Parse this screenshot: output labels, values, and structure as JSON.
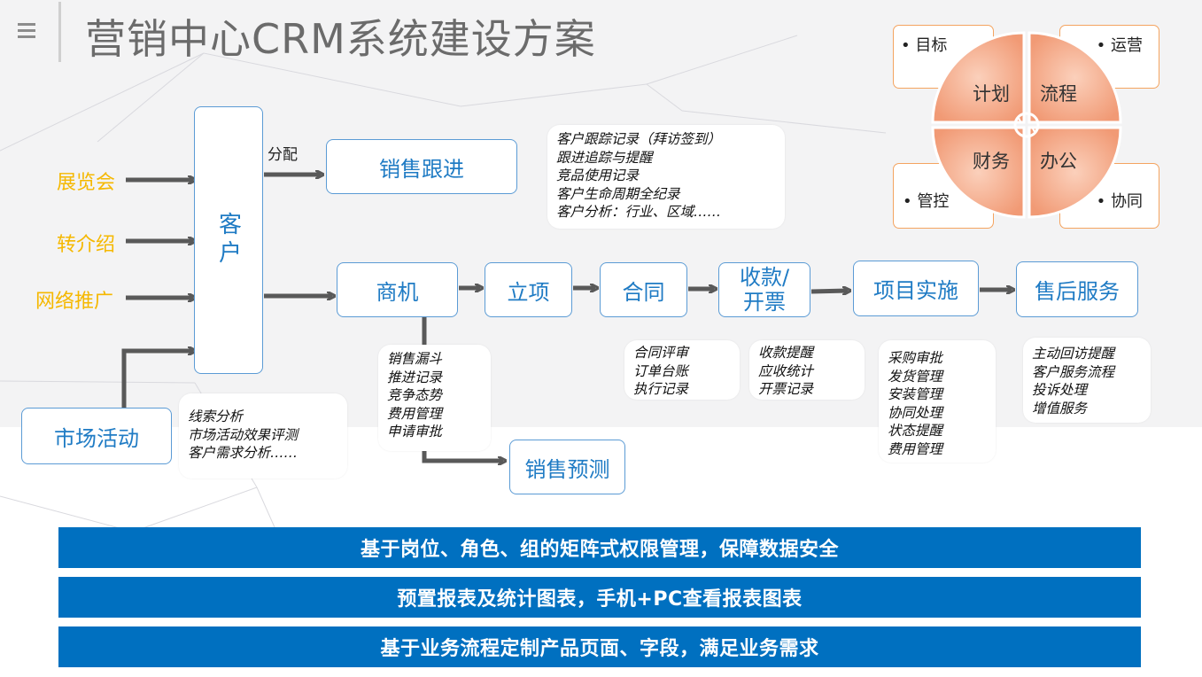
{
  "title": "营销中心CRM系统建设方案",
  "sources": [
    "展览会",
    "转介绍",
    "网络推广"
  ],
  "market": "市场活动",
  "customer": "客户",
  "assign_label": "分配",
  "sales_follow": "销售跟进",
  "follow_notes": [
    "客户跟踪记录（拜访签到）",
    "跟进追踪与提醒",
    "竞品使用记录",
    "客户生命周期全纪录",
    "客户分析：行业、区域……"
  ],
  "market_notes": [
    "线索分析",
    "市场活动效果评测",
    "客户需求分析……"
  ],
  "pipeline": {
    "opportunity": "商机",
    "project": "立项",
    "contract": "合同",
    "payment_line1": "收款/",
    "payment_line2": "开票",
    "implement": "项目实施",
    "after_sales": "售后服务"
  },
  "forecast": "销售预测",
  "opportunity_notes": [
    "销售漏斗",
    "推进记录",
    "竞争态势",
    "费用管理",
    "申请审批"
  ],
  "contract_notes": [
    "合同评审",
    "订单台账",
    "执行记录"
  ],
  "payment_notes": [
    "收款提醒",
    "应收统计",
    "开票记录"
  ],
  "implement_notes": [
    "采购审批",
    "发货管理",
    "安装管理",
    "协同处理",
    "状态提醒",
    "费用管理"
  ],
  "after_notes": [
    "主动回访提醒",
    "客户服务流程",
    "投诉处理",
    "增值服务"
  ],
  "quad": {
    "plan": "计划",
    "process": "流程",
    "finance": "财务",
    "office": "办公",
    "goal": "目标",
    "ops": "运营",
    "control": "管控",
    "collab": "协同"
  },
  "bands": [
    "基于岗位、角色、组的矩阵式权限管理，保障数据安全",
    "预置报表及统计图表，手机+PC查看报表图表",
    "基于业务流程定制产品页面、字段，满足业务需求"
  ],
  "colors": {
    "accent_blue": "#1f7bc4",
    "band_blue": "#0070c0",
    "source_yellow": "#f5b800",
    "arrow_gray": "#595959",
    "petal_orange": "#f4a582"
  }
}
